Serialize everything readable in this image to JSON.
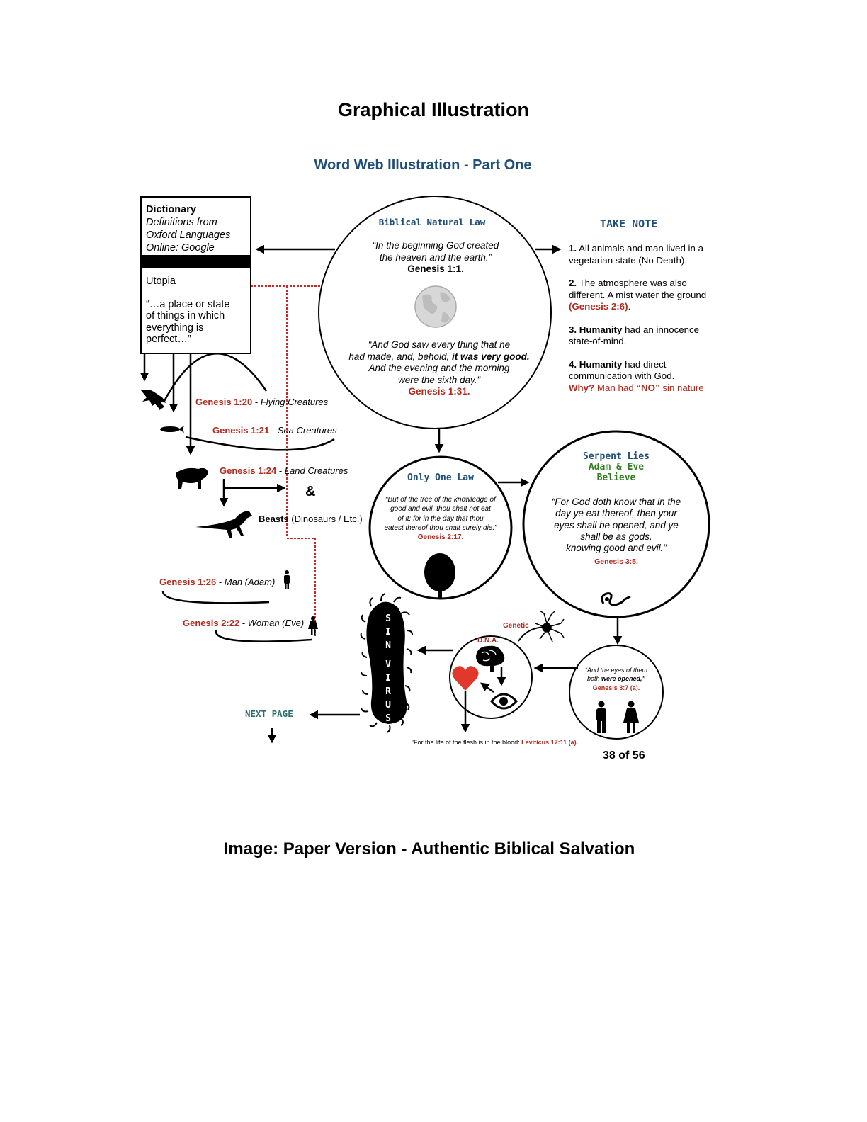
{
  "page": {
    "title": "Graphical Illustration",
    "subtitle": "Word Web Illustration - Part One",
    "caption": "Image: Paper Version - Authentic Biblical Salvation"
  },
  "dictionary": {
    "title": "Dictionary",
    "source_lines": [
      "Definitions from",
      "Oxford Languages",
      "Online: Google"
    ],
    "term": "Utopia",
    "definition_lines": [
      "“…a place or state",
      "of things in which",
      "everything is",
      "perfect…”"
    ]
  },
  "natural_law": {
    "title": "Biblical Natural Law",
    "quote1_lines": [
      "“In the beginning God created",
      "the heaven and the earth.”"
    ],
    "ref1": "Genesis 1:1.",
    "quote2_lines": [
      "“And God saw every thing that he",
      "had made, and, behold,"
    ],
    "quote2_bold": "it was very good.",
    "quote2_lines_b": [
      "And the evening and the morning",
      "were the sixth day.”"
    ],
    "ref2": "Genesis 1:31."
  },
  "take_note": {
    "title": "TAKE NOTE",
    "item1_num": "1.",
    "item1_text": "All animals and man lived in a vegetarian state (No Death).",
    "item2_num": "2.",
    "item2_text": "The atmosphere was also different. A mist water the ground",
    "item2_ref": "(Genesis 2:6)",
    "item2_end": ".",
    "item3_num": "3.",
    "item3_bold": "Humanity",
    "item3_text": "had an innocence state-of-mind.",
    "item4_num": "4.",
    "item4_bold": "Humanity",
    "item4_text": "had direct communication with God.",
    "why_label": "Why?",
    "why_text": "Man had",
    "why_no": "“NO”",
    "why_link": "sin nature"
  },
  "creation": {
    "flying_ref": "Genesis 1:20",
    "flying_text": "Flying Creatures",
    "sea_ref": "Genesis 1:21",
    "sea_text": "Sea Creatures",
    "land_ref": "Genesis 1:24",
    "land_text": "Land Creatures",
    "ampersand": "&",
    "beasts_bold": "Beasts",
    "beasts_text": "(Dinosaurs / Etc.)",
    "man_ref": "Genesis 1:26",
    "man_text": "Man (Adam)",
    "woman_ref": "Genesis 2:22",
    "woman_text": "Woman (Eve)",
    "separator": " - "
  },
  "only_one_law": {
    "title": "Only One Law",
    "quote_lines": [
      "“But of the tree of the knowledge of",
      "good and evil, thou shalt not eat",
      "of it: for in the day that thou",
      "eatest thereof thou shalt surely die.”"
    ],
    "ref": "Genesis 2:17."
  },
  "serpent": {
    "title1": "Serpent Lies",
    "title2": "Adam & Eve",
    "title3": "Believe",
    "quote_lines": [
      "“For God doth know that in the",
      "day ye eat thereof, then your",
      "eyes shall be opened, and ye",
      "shall be as gods,",
      "knowing good and evil.”"
    ],
    "ref": "Genesis 3:5."
  },
  "eyes_opened": {
    "quote_line1": "“And the eyes of them",
    "quote_line2a": "both",
    "quote_line2b": "were opened,”",
    "ref": "Genesis 3:7 (a)."
  },
  "dna": {
    "genetic": "Genetic",
    "label": "D.N.A.",
    "blood_text": "“For the life of the flesh is in the blood:",
    "blood_ref": "Leviticus 17:11 (a)."
  },
  "virus": {
    "letters": [
      "S",
      "I",
      "N",
      "V",
      "I",
      "R",
      "U",
      "S"
    ]
  },
  "next_page": "NEXT PAGE",
  "page_number": "38 of 56",
  "colors": {
    "red": "#b22a1e",
    "blue": "#1f4e79",
    "green": "#2e7d1f",
    "teal": "#2a6f6a",
    "heart": "#e0382b"
  },
  "icons": [
    "eagle-icon",
    "whale-icon",
    "buffalo-icon",
    "dinosaur-icon",
    "man-icon",
    "woman-icon",
    "globe-icon",
    "tree-icon",
    "serpent-icon",
    "neuron-icon",
    "brain-icon",
    "heart-icon",
    "eye-icon",
    "virus-icon"
  ]
}
